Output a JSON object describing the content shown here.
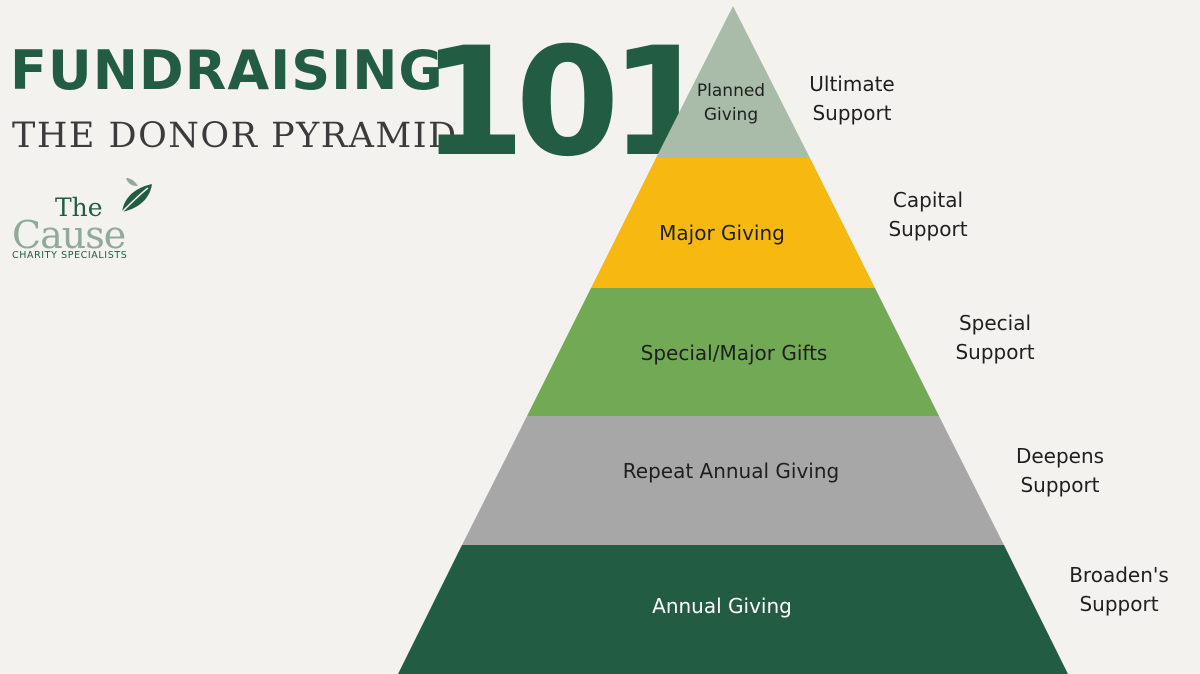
{
  "header": {
    "title": "FUNDRAISING",
    "subtitle": "THE DONOR PYRAMID",
    "number": "101"
  },
  "logo": {
    "the": "The",
    "cause": "Cause",
    "tagline": "CHARITY SPECIALISTS",
    "icon": "leaf-icon"
  },
  "colors": {
    "background": "#f4f2ee",
    "brand_green": "#225c43",
    "tier_planned": "#a8bca9",
    "tier_major": "#f7b90f",
    "tier_special": "#72a954",
    "tier_repeat": "#a7a7a7",
    "tier_annual": "#225c43"
  },
  "pyramid": {
    "tiers": [
      {
        "label_line1": "Planned",
        "label_line2": "Giving",
        "side_line1": "Ultimate",
        "side_line2": "Support"
      },
      {
        "label_line1": "Major Giving",
        "label_line2": "",
        "side_line1": "Capital",
        "side_line2": "Support"
      },
      {
        "label_line1": "Special/Major Gifts",
        "label_line2": "",
        "side_line1": "Special",
        "side_line2": "Support"
      },
      {
        "label_line1": "Repeat Annual Giving",
        "label_line2": "",
        "side_line1": "Deepens",
        "side_line2": "Support"
      },
      {
        "label_line1": "Annual Giving",
        "label_line2": "",
        "side_line1": "Broaden's",
        "side_line2": "Support"
      }
    ]
  }
}
